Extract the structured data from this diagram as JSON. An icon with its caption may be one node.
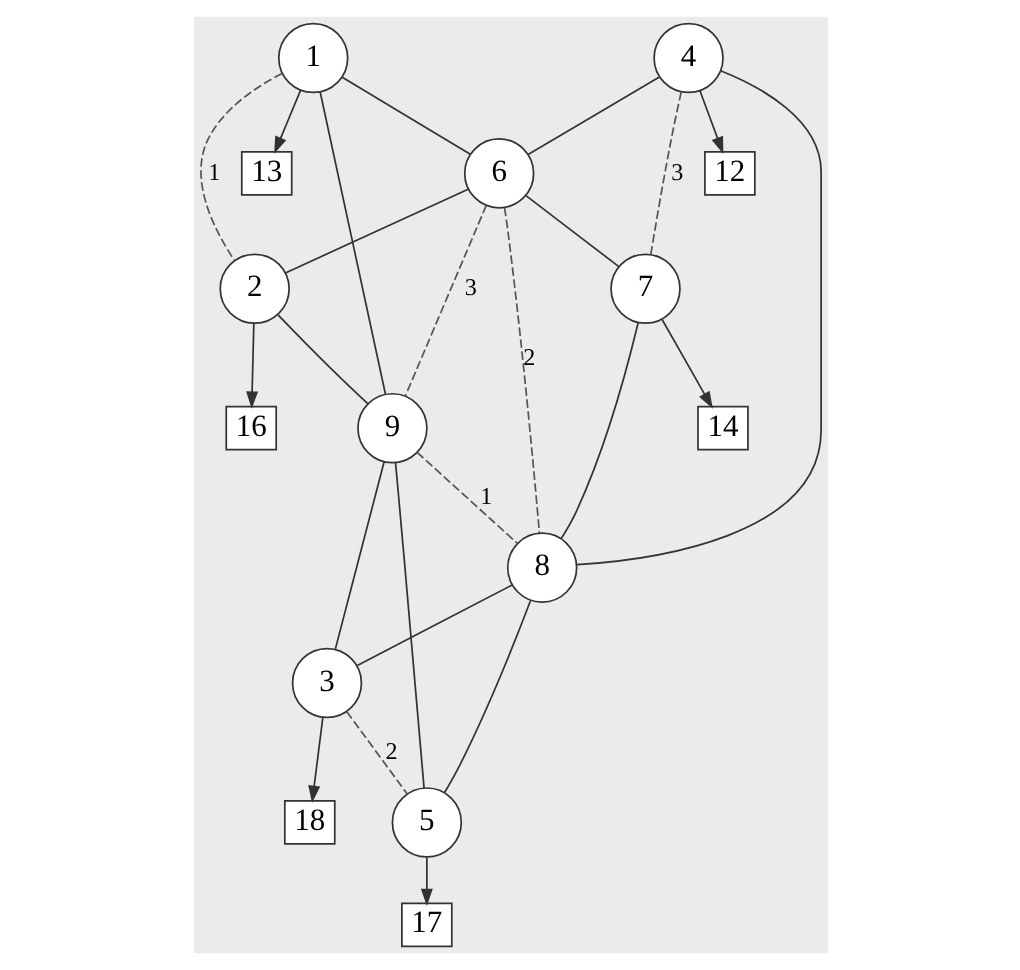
{
  "diagram": {
    "nodes": [
      {
        "text": [
          "13"
        ]
      },
      {
        "text": [
          "12"
        ]
      },
      {
        "text": [
          "1"
        ]
      },
      {
        "text": [
          "4"
        ]
      },
      {
        "text": [
          "6"
        ]
      },
      {
        "text": [
          "16"
        ]
      },
      {
        "text": [
          "2"
        ]
      },
      {
        "text": [
          "7"
        ]
      },
      {
        "text": [
          "9"
        ]
      },
      {
        "text": [
          "8"
        ]
      },
      {
        "text": [
          "14"
        ]
      },
      {
        "text": [
          "3"
        ]
      },
      {
        "text": [
          "5"
        ]
      },
      {
        "text": [
          "18"
        ]
      },
      {
        "text": [
          "17"
        ]
      }
    ],
    "edges": [
      {
        "from": 2,
        "to": 0,
        "arrow": "to"
      },
      {
        "from": 3,
        "to": 1,
        "arrow": "to"
      },
      {
        "from": 6,
        "to": 5,
        "arrow": "to"
      },
      {
        "from": 7,
        "to": 10,
        "arrow": "to"
      },
      {
        "from": 11,
        "to": 13,
        "arrow": "to"
      },
      {
        "from": 12,
        "to": 14,
        "arrow": "to"
      },
      {
        "from": 2,
        "to": 4,
        "arrow": "none"
      },
      {
        "from": 2,
        "to": 8,
        "arrow": "none"
      },
      {
        "from": 3,
        "to": 4,
        "arrow": "none"
      },
      {
        "from": 3,
        "to": 9,
        "arrow": "none"
      },
      {
        "from": 4,
        "to": 6,
        "arrow": "none"
      },
      {
        "from": 4,
        "to": 7,
        "arrow": "none"
      },
      {
        "from": 6,
        "to": 8,
        "arrow": "none"
      },
      {
        "from": 7,
        "to": 9,
        "arrow": "none"
      },
      {
        "from": 8,
        "to": 11,
        "arrow": "none"
      },
      {
        "from": 9,
        "to": 12,
        "arrow": "none"
      },
      {
        "from": 8,
        "to": 12,
        "arrow": "none"
      },
      {
        "from": 9,
        "to": 11,
        "arrow": "none"
      },
      {
        "from": 2,
        "to": 6,
        "arrow": "none",
        "label": "1",
        "style": "dashed",
        "color": "#555555"
      },
      {
        "from": 3,
        "to": 7,
        "arrow": "none",
        "label": "3",
        "style": "dashed",
        "color": "#555555"
      },
      {
        "from": 4,
        "to": 8,
        "arrow": "none",
        "label": "3",
        "style": "dashed",
        "color": "#555555"
      },
      {
        "from": 4,
        "to": 9,
        "arrow": "none",
        "label": "2",
        "style": "dashed",
        "color": "#555555"
      },
      {
        "from": 8,
        "to": 9,
        "arrow": "none",
        "label": "1",
        "style": "dashed",
        "color": "#555555"
      },
      {
        "from": 11,
        "to": 12,
        "arrow": "none",
        "label": "2",
        "style": "dashed",
        "color": "#555555"
      }
    ]
  }
}
